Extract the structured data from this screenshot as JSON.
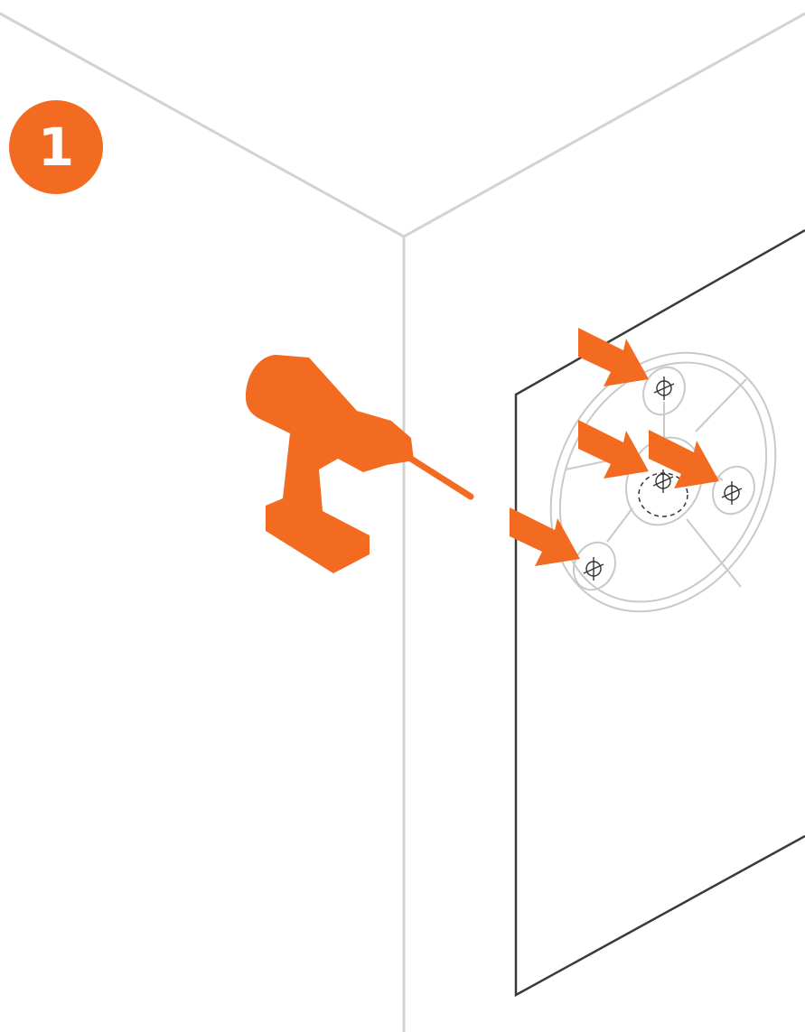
{
  "step": {
    "number": "1"
  },
  "colors": {
    "accent": "#F26B21",
    "wall_line": "#D2D2D2",
    "panel_outline": "#3A3A3A",
    "mount_outline": "#C9C9C9",
    "screw_mark": "#333333",
    "background": "#FFFFFF"
  },
  "icons": {
    "tool": "power-drill-icon",
    "pointer": "arrow-icon",
    "mount": "round-mounting-plate",
    "screw": "screw-hole-crosshair-icon"
  },
  "illustration": {
    "arrow_count": 4,
    "screw_hole_count": 4
  }
}
